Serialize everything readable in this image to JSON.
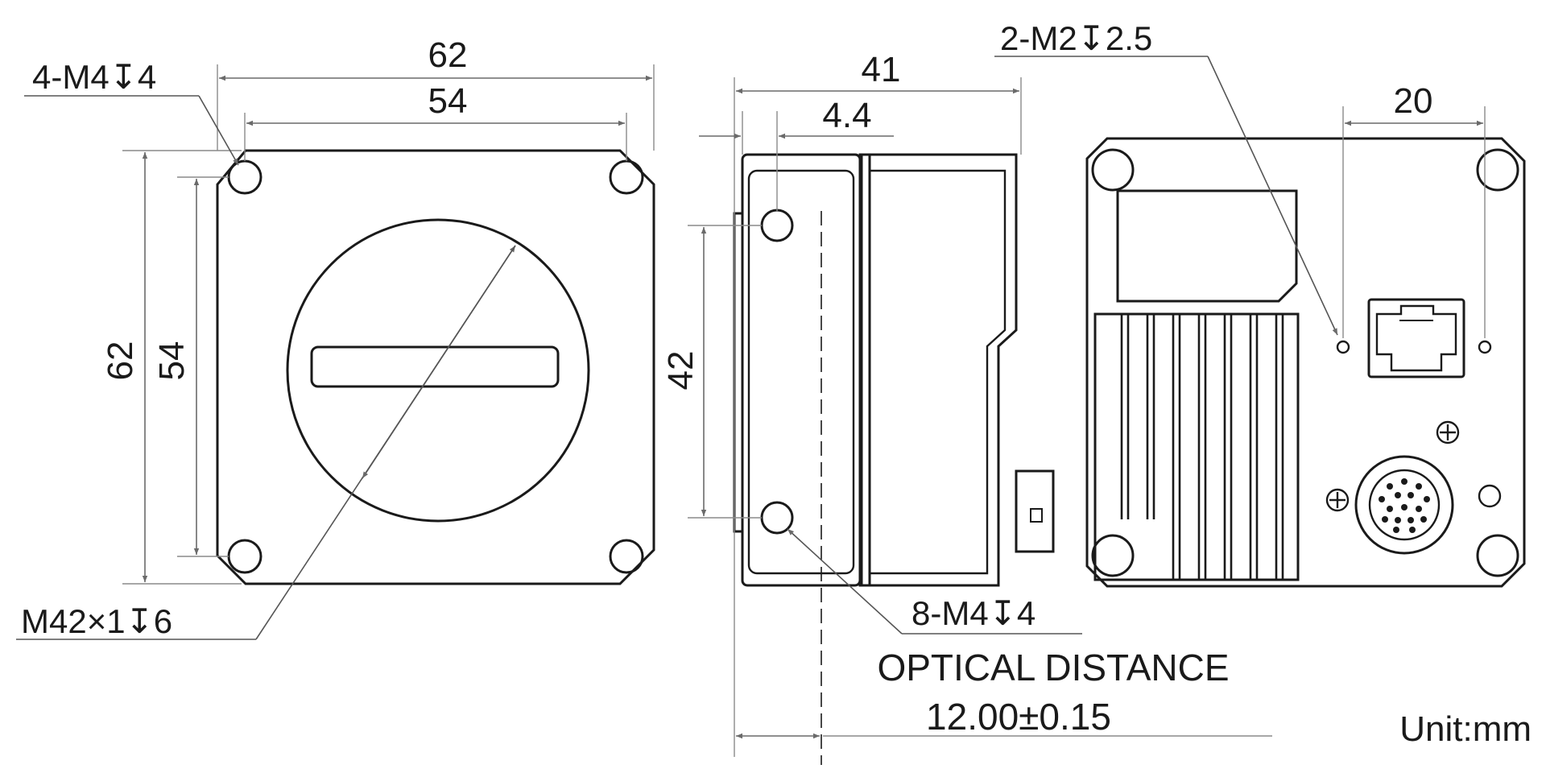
{
  "drawing": {
    "front": {
      "dim_width_outer": "62",
      "dim_width_inner": "54",
      "dim_height_outer": "62",
      "dim_height_inner": "54",
      "callout_holes": "4-M4↧4",
      "callout_mount": "M42×1↧6"
    },
    "side": {
      "dim_depth": "41",
      "dim_offset": "4.4",
      "dim_hole_spacing": "42",
      "callout_holes": "8-M4↧4",
      "optical_title": "OPTICAL DISTANCE",
      "optical_value": "12.00±0.15"
    },
    "back": {
      "dim_hole_spacing": "20",
      "callout_holes": "2-M2↧2.5"
    },
    "unit_label": "Unit:mm"
  },
  "colors": {
    "line": "#1a1a1a",
    "dimension": "#6a6a6a",
    "background": "#ffffff"
  }
}
